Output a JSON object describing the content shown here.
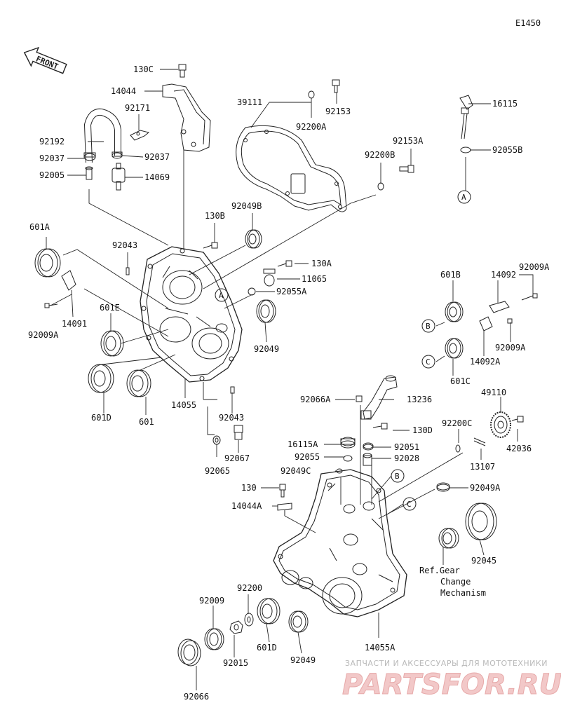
{
  "diagram": {
    "code": "E1450",
    "front_label": "FRONT",
    "ref_note": [
      "Ref.Gear",
      "Change",
      "Mechanism"
    ]
  },
  "parts": [
    {
      "id": "130C",
      "label": "130C"
    },
    {
      "id": "14044",
      "label": "14044"
    },
    {
      "id": "92171",
      "label": "92171"
    },
    {
      "id": "92192",
      "label": "92192"
    },
    {
      "id": "92037a",
      "label": "92037"
    },
    {
      "id": "92037b",
      "label": "92037"
    },
    {
      "id": "92005",
      "label": "92005"
    },
    {
      "id": "14069",
      "label": "14069"
    },
    {
      "id": "39111",
      "label": "39111"
    },
    {
      "id": "92200A",
      "label": "92200A"
    },
    {
      "id": "92153",
      "label": "92153"
    },
    {
      "id": "92153A",
      "label": "92153A"
    },
    {
      "id": "92200B",
      "label": "92200B"
    },
    {
      "id": "16115",
      "label": "16115"
    },
    {
      "id": "92055B",
      "label": "92055B"
    },
    {
      "id": "130B",
      "label": "130B"
    },
    {
      "id": "92049B",
      "label": "92049B"
    },
    {
      "id": "601A",
      "label": "601A"
    },
    {
      "id": "92043a",
      "label": "92043"
    },
    {
      "id": "130A",
      "label": "130A"
    },
    {
      "id": "11065",
      "label": "11065"
    },
    {
      "id": "92055A",
      "label": "92055A"
    },
    {
      "id": "14091",
      "label": "14091"
    },
    {
      "id": "92009A_l",
      "label": "92009A"
    },
    {
      "id": "601E",
      "label": "601E"
    },
    {
      "id": "92049a",
      "label": "92049"
    },
    {
      "id": "601B",
      "label": "601B"
    },
    {
      "id": "14092",
      "label": "14092"
    },
    {
      "id": "92009A_r1",
      "label": "92009A"
    },
    {
      "id": "92009A_r2",
      "label": "92009A"
    },
    {
      "id": "14092A",
      "label": "14092A"
    },
    {
      "id": "601C",
      "label": "601C"
    },
    {
      "id": "601D_top",
      "label": "601D"
    },
    {
      "id": "601",
      "label": "601"
    },
    {
      "id": "14055",
      "label": "14055"
    },
    {
      "id": "92043b",
      "label": "92043"
    },
    {
      "id": "92065",
      "label": "92065"
    },
    {
      "id": "92067",
      "label": "92067"
    },
    {
      "id": "92066A",
      "label": "92066A"
    },
    {
      "id": "13236",
      "label": "13236"
    },
    {
      "id": "49110",
      "label": "49110"
    },
    {
      "id": "130D",
      "label": "130D"
    },
    {
      "id": "92200C",
      "label": "92200C"
    },
    {
      "id": "42036",
      "label": "42036"
    },
    {
      "id": "16115A",
      "label": "16115A"
    },
    {
      "id": "92051",
      "label": "92051"
    },
    {
      "id": "92055",
      "label": "92055"
    },
    {
      "id": "92028",
      "label": "92028"
    },
    {
      "id": "13107",
      "label": "13107"
    },
    {
      "id": "92049C",
      "label": "92049C"
    },
    {
      "id": "130",
      "label": "130"
    },
    {
      "id": "92049A",
      "label": "92049A"
    },
    {
      "id": "14044A",
      "label": "14044A"
    },
    {
      "id": "92045",
      "label": "92045"
    },
    {
      "id": "92200",
      "label": "92200"
    },
    {
      "id": "92009",
      "label": "92009"
    },
    {
      "id": "92015",
      "label": "92015"
    },
    {
      "id": "601D_bot",
      "label": "601D"
    },
    {
      "id": "92049b",
      "label": "92049"
    },
    {
      "id": "14055A",
      "label": "14055A"
    },
    {
      "id": "92066",
      "label": "92066"
    }
  ],
  "callouts": [
    "A",
    "A",
    "B",
    "B",
    "C",
    "C"
  ],
  "watermark": {
    "tagline": "ЗАПЧАСТИ И АКСЕССУАРЫ ДЛЯ МОТОТЕХНИКИ",
    "brand": "PARTSFOR.RU"
  }
}
